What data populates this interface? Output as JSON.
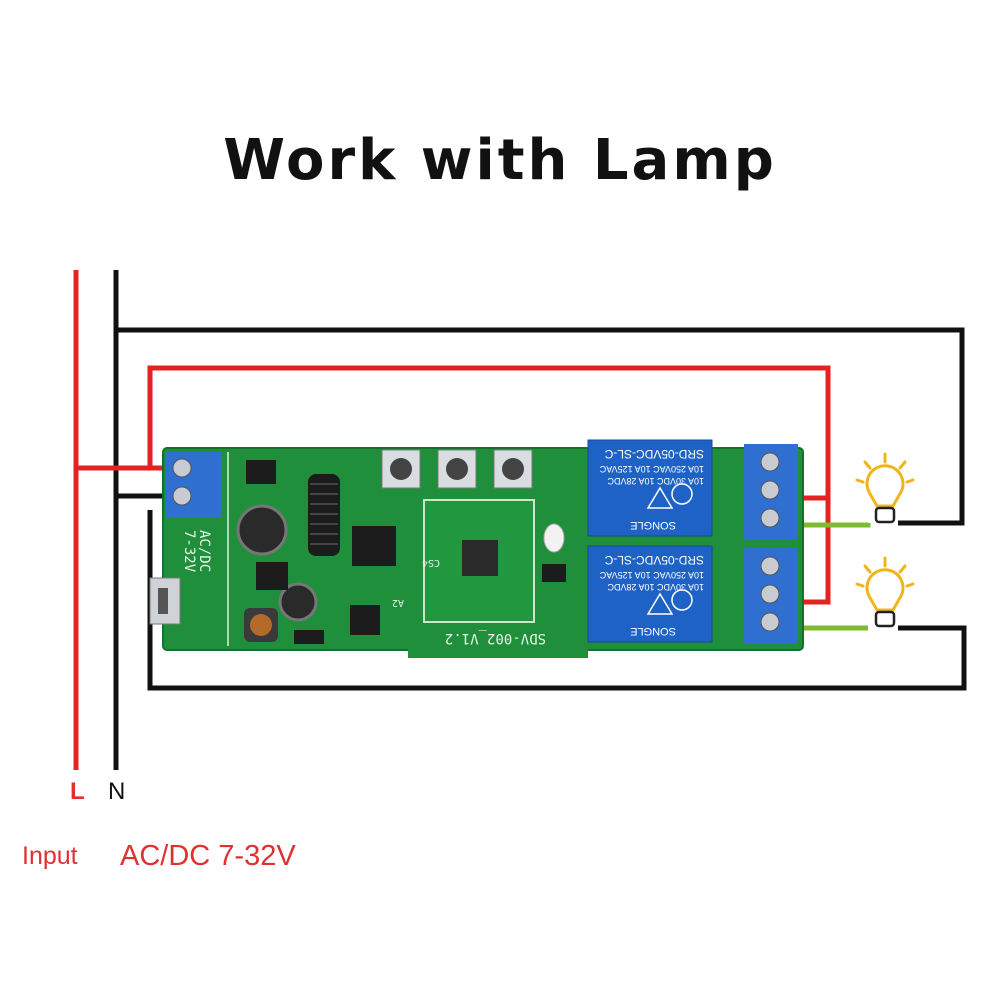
{
  "title": "Work with Lamp",
  "terminals": {
    "live": "L",
    "neutral": "N"
  },
  "input": {
    "label": "Input",
    "spec": "AC/DC 7-32V"
  },
  "board": {
    "power_label_1": "AC/DC",
    "power_label_2": "7-32V",
    "model": "SDV-002_V1.2",
    "pcb_marks": [
      "A2",
      "CS4"
    ]
  },
  "relays": [
    {
      "model": "SRD-05VDC-SL-C",
      "rating_1": "10A 250VAC  10A 125VAC",
      "rating_2": "10A 30VDC  10A 28VDC",
      "brand": "SONGLE"
    },
    {
      "model": "SRD-05VDC-SL-C",
      "rating_1": "10A 250VAC  10A 125VAC",
      "rating_2": "10A 30VDC  10A 28VDC",
      "brand": "SONGLE"
    }
  ],
  "colors": {
    "live_wire": "#e52222",
    "neutral_wire": "#111111",
    "load_wire": "#7dbb2f",
    "pcb": "#1f8f3c",
    "relay": "#1f62c6",
    "terminal_block": "#2f6fd0",
    "lamp": "#f1b51c"
  },
  "icons": [
    "lamp-icon",
    "lamp-icon"
  ]
}
